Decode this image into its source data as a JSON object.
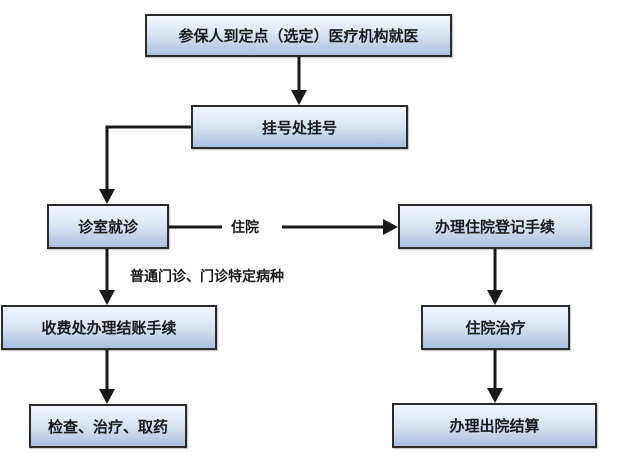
{
  "nodes": {
    "start": "参保人到定点（选定）医疗机构就医",
    "register": "挂号处挂号",
    "consult": "诊室就诊",
    "admission": "办理住院登记手续",
    "payment": "收费处办理结账手续",
    "inpatient": "住院治疗",
    "outpatient_services": "检查、治疗、取药",
    "discharge": "办理出院结算"
  },
  "edge_labels": {
    "hospitalize": "住院",
    "outpatient_types": "普通门诊、门诊特定病种"
  },
  "colors": {
    "box_border": "#2b2b2b",
    "box_gradient_top": "#f2f6fc",
    "box_gradient_bottom": "#a9c0e0",
    "line": "#1a1a1a"
  }
}
